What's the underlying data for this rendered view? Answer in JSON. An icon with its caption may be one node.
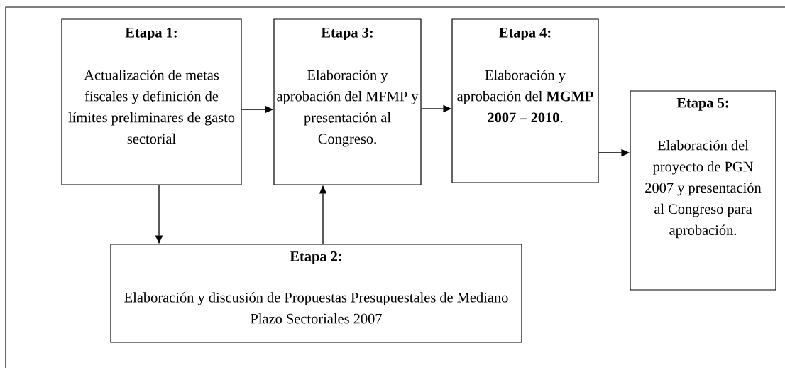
{
  "diagram": {
    "nodes": [
      {
        "text": [
          "Etapa 1:",
          "Actualización de metas fiscales y definición de límites preliminares de gasto sectorial"
        ]
      },
      {
        "text": [
          "Etapa 3:",
          "Elaboración y aprobación del MFMP y presentación al Congreso."
        ]
      },
      {
        "text": [
          "Etapa 4:",
          "Elaboración y aprobación del **MGMP 2007 – 2010**."
        ]
      },
      {
        "text": [
          "Etapa 5:",
          "Elaboración del proyecto de PGN 2007 y presentación al Congreso para aprobación."
        ]
      },
      {
        "text": [
          "Etapa 2:",
          "Elaboración y discusión de Propuestas Presupuestales de Mediano Plazo Sectoriales 2007"
        ]
      }
    ],
    "edges": [
      {
        "from": 0,
        "to": 1,
        "arrow": "to"
      },
      {
        "from": 0,
        "to": 4,
        "arrow": "to"
      },
      {
        "from": 4,
        "to": 1,
        "arrow": "to"
      },
      {
        "from": 1,
        "to": 2,
        "arrow": "to"
      },
      {
        "from": 2,
        "to": 3,
        "arrow": "to"
      }
    ]
  }
}
